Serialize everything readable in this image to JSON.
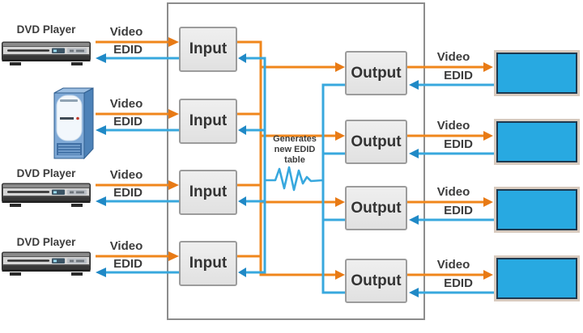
{
  "colors": {
    "orange": "#F0861B",
    "orange_head": "#E87A15",
    "blue": "#38A8DE",
    "blue_head": "#2089C6",
    "module_fill": "#EAEAEA",
    "module_border": "#9C9C9C",
    "frame_border": "#8C8C8C",
    "display_fill": "#28A9E1",
    "display_outer": "#D8CABE",
    "display_inner": "#1E3950",
    "label_text": "#3C3C3C"
  },
  "source_rows": [
    {
      "device": "dvd-player",
      "device_label": "DVD Player",
      "video": "Video",
      "edid": "EDID"
    },
    {
      "device": "computer-tower",
      "video": "Video",
      "edid": "EDID"
    },
    {
      "device": "dvd-player",
      "device_label": "DVD Player",
      "video": "Video",
      "edid": "EDID"
    },
    {
      "device": "dvd-player",
      "device_label": "DVD Player",
      "video": "Video",
      "edid": "EDID"
    }
  ],
  "input_boxes": [
    {
      "label": "Input"
    },
    {
      "label": "Input"
    },
    {
      "label": "Input"
    },
    {
      "label": "Input"
    }
  ],
  "output_boxes": [
    {
      "label": "Output"
    },
    {
      "label": "Output"
    },
    {
      "label": "Output"
    },
    {
      "label": "Output"
    }
  ],
  "display_rows": [
    {
      "video": "Video",
      "edid": "EDID"
    },
    {
      "video": "Video",
      "edid": "EDID"
    },
    {
      "video": "Video",
      "edid": "EDID"
    },
    {
      "video": "Video",
      "edid": "EDID"
    }
  ],
  "center_note": {
    "line1": "Generates",
    "line2": "new EDID",
    "line3": "table"
  }
}
